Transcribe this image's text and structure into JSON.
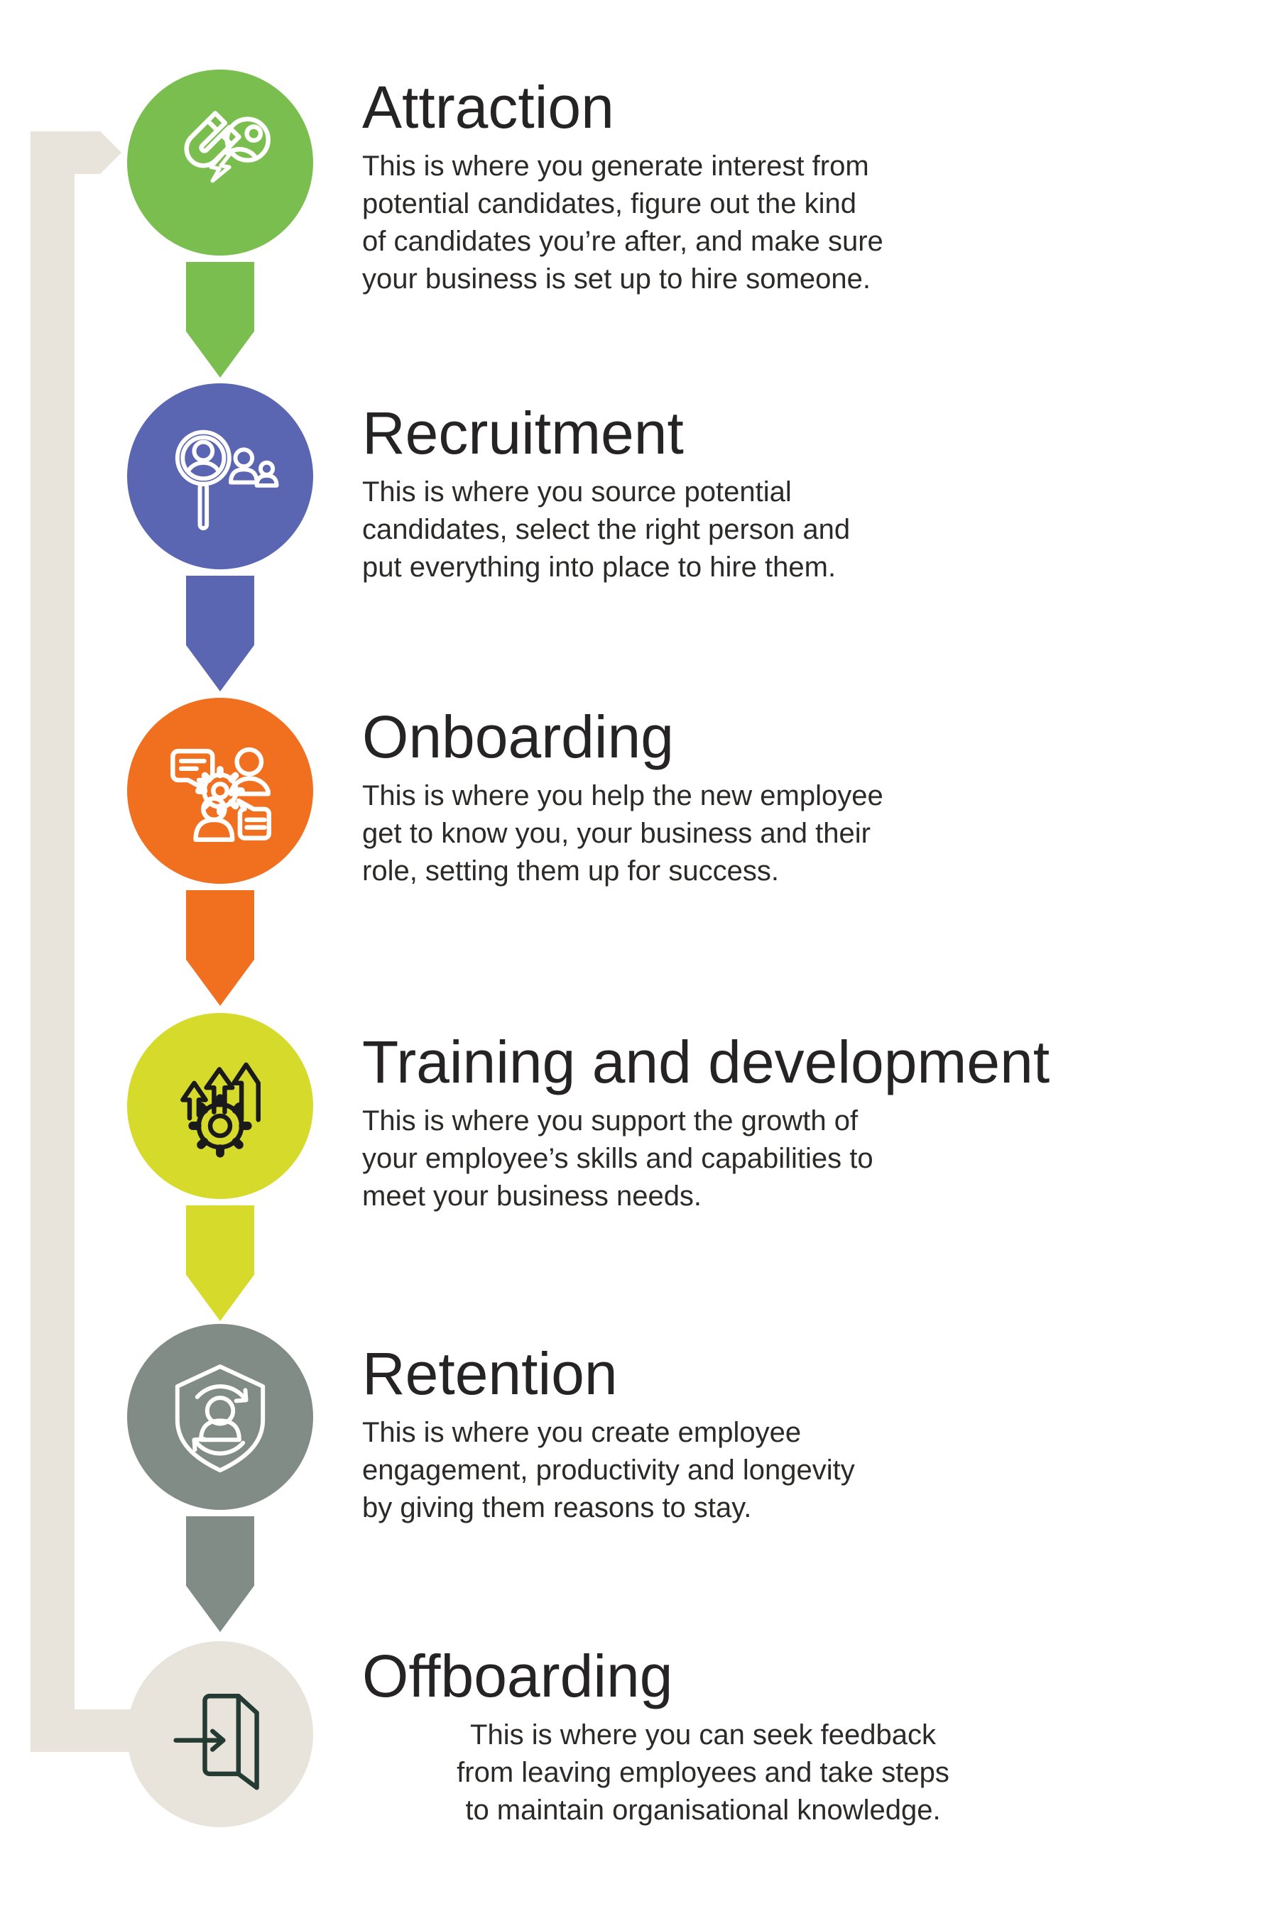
{
  "connector": {
    "color": "#E8E4DB",
    "meaning": "cycle-loop-from-offboarding-back-to-attraction"
  },
  "stages": [
    {
      "title": "Attraction",
      "color": "#79BE4E",
      "icon": "magnet-icon",
      "icon_color": "#FFFFFF",
      "description_lines": [
        "This is where you generate interest from",
        "potential candidates, figure out the kind",
        "of candidates you’re after, and make sure",
        "your business is set up to hire someone."
      ]
    },
    {
      "title": "Recruitment",
      "color": "#5A66B1",
      "icon": "magnifier-people-icon",
      "icon_color": "#FFFFFF",
      "description_lines": [
        "This is where you source potential",
        "candidates, select the right person and",
        "put everything into place to hire them."
      ]
    },
    {
      "title": "Onboarding",
      "color": "#F1701F",
      "icon": "people-gear-chat-icon",
      "icon_color": "#FFFFFF",
      "description_lines": [
        "This is where you help the new employee",
        "get to know you, your business and their",
        "role, setting them up for success."
      ]
    },
    {
      "title": "Training and development",
      "color": "#D6DA2A",
      "icon": "gear-growth-arrows-icon",
      "icon_color": "#1A1A1A",
      "description_lines": [
        "This is where you support the growth of",
        "your employee’s skills and capabilities to",
        "meet your business needs."
      ]
    },
    {
      "title": "Retention",
      "color": "#828C86",
      "icon": "shield-person-refresh-icon",
      "icon_color": "#FFFFFF",
      "description_lines": [
        "This is where you create employee",
        "engagement, productivity and longevity",
        "by giving them reasons to stay."
      ]
    },
    {
      "title": "Offboarding",
      "color": "#E8E4DB",
      "icon": "exit-door-icon",
      "icon_color": "#233B32",
      "description_lines": [
        "This is where you can seek feedback",
        "from leaving employees and take steps",
        "to maintain organisational knowledge."
      ]
    }
  ]
}
